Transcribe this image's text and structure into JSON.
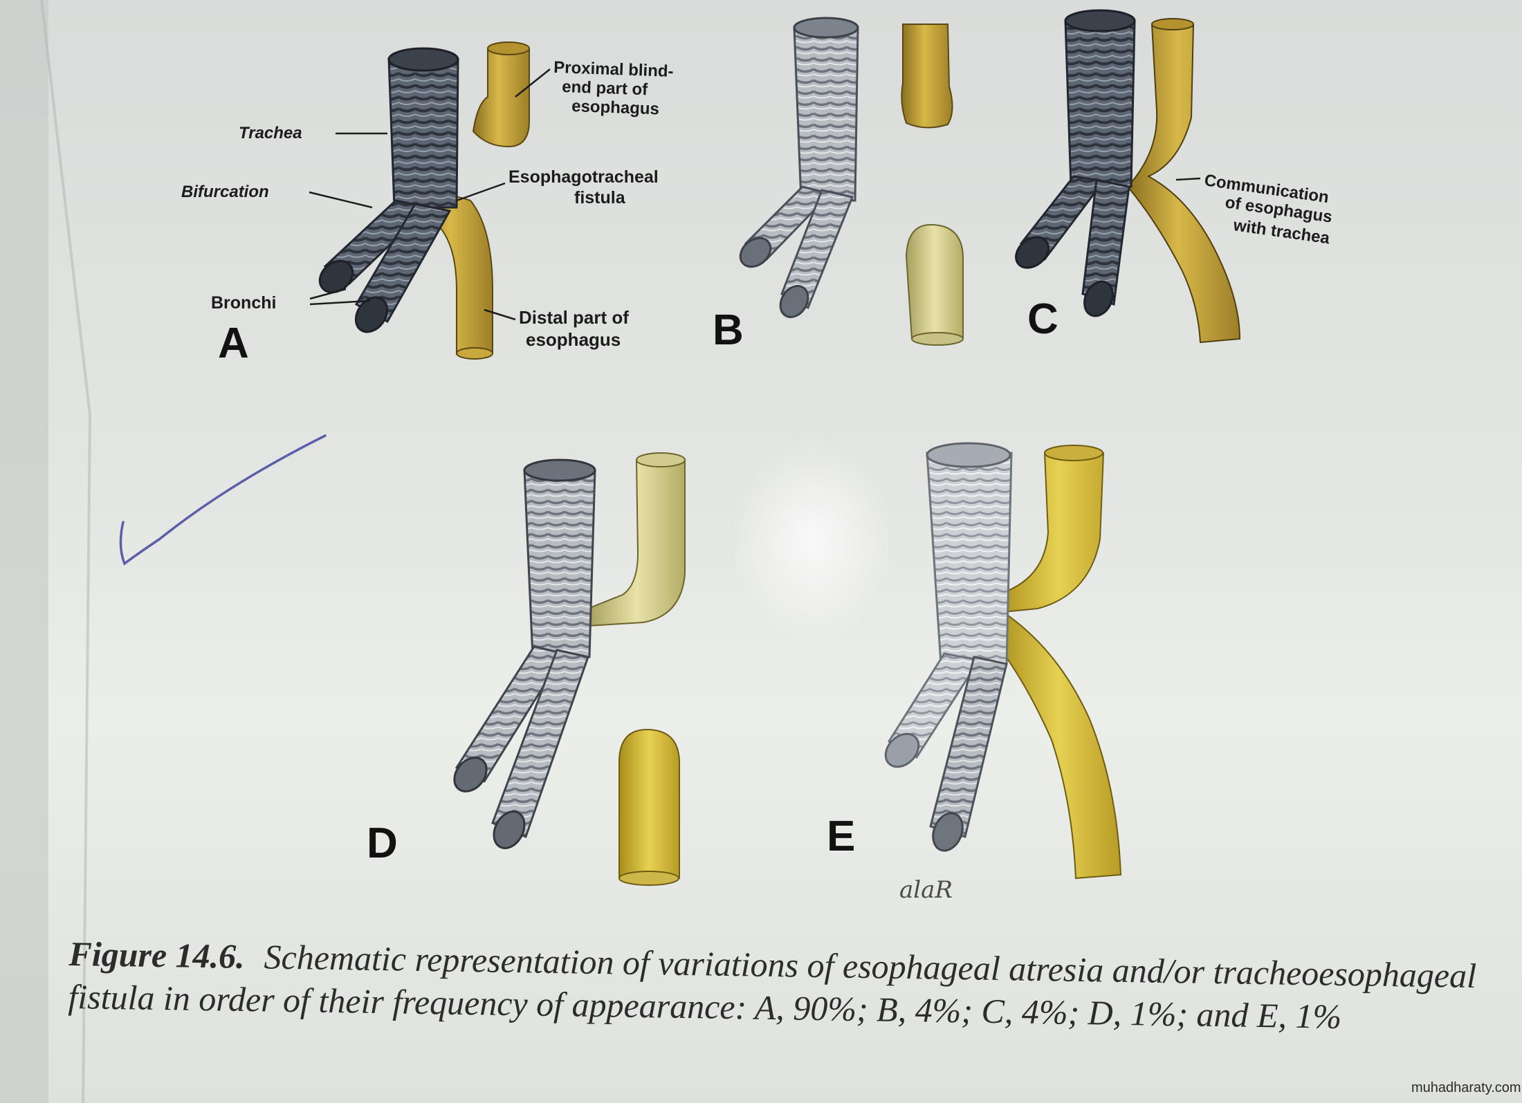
{
  "labels": {
    "trachea": "Trachea",
    "bifurcation": "Bifurcation",
    "bronchi": "Bronchi",
    "proximal_1": "Proximal blind-",
    "proximal_2": "end part of",
    "proximal_3": "esophagus",
    "fistula_1": "Esophagotracheal",
    "fistula_2": "fistula",
    "distal_1": "Distal part of",
    "distal_2": "esophagus",
    "comm_1": "Communication",
    "comm_2": "of esophagus",
    "comm_3": "with trachea"
  },
  "panels": {
    "a": "A",
    "b": "B",
    "c": "C",
    "d": "D",
    "e": "E"
  },
  "signature": "alaR",
  "caption": {
    "label": "Figure 14.6.",
    "text": "Schematic representation of variations of esophageal atresia and/or tracheoesophageal fistula in order of their frequency of appearance: A, 90%; B, 4%; C, 4%; D, 1%; and E, 1%"
  },
  "watermark": "muhadharaty.com",
  "colors": {
    "trachea_dark": "#5d6673",
    "trachea_light": "#b7bcc3",
    "esophagus": "#c9a93e",
    "esophagus_light": "#ddd598",
    "ink": "#1c1c1c",
    "pen": "#5a5fa8"
  }
}
